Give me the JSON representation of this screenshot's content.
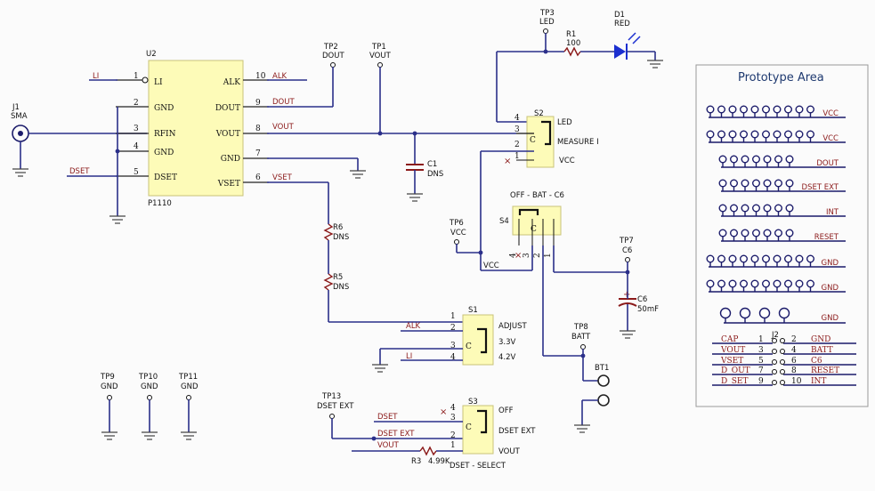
{
  "u2": {
    "ref": "U2",
    "part": "P1110",
    "left_pins": [
      {
        "num": "1",
        "name": "LI",
        "net": "LI"
      },
      {
        "num": "2",
        "name": "GND",
        "net": ""
      },
      {
        "num": "3",
        "name": "RFIN",
        "net": ""
      },
      {
        "num": "4",
        "name": "GND",
        "net": ""
      },
      {
        "num": "5",
        "name": "DSET",
        "net": "DSET"
      }
    ],
    "right_pins": [
      {
        "num": "10",
        "name": "ALK",
        "net": "ALK"
      },
      {
        "num": "9",
        "name": "DOUT",
        "net": "DOUT"
      },
      {
        "num": "8",
        "name": "VOUT",
        "net": "VOUT"
      },
      {
        "num": "7",
        "name": "GND",
        "net": ""
      },
      {
        "num": "6",
        "name": "VSET",
        "net": "VSET"
      }
    ]
  },
  "j1": {
    "ref": "J1",
    "value": "SMA"
  },
  "tp": {
    "tp1": {
      "ref": "TP1",
      "net": "VOUT"
    },
    "tp2": {
      "ref": "TP2",
      "net": "DOUT"
    },
    "tp3": {
      "ref": "TP3",
      "net": "LED"
    },
    "tp6": {
      "ref": "TP6",
      "net": "VCC"
    },
    "tp7": {
      "ref": "TP7",
      "net": "C6"
    },
    "tp8": {
      "ref": "TP8",
      "net": "BATT"
    },
    "tp9": {
      "ref": "TP9",
      "net": "GND"
    },
    "tp10": {
      "ref": "TP10",
      "net": "GND"
    },
    "tp11": {
      "ref": "TP11",
      "net": "GND"
    },
    "tp13": {
      "ref": "TP13",
      "net": "DSET EXT"
    }
  },
  "r1": {
    "ref": "R1",
    "value": "100"
  },
  "d1": {
    "ref": "D1",
    "value": "RED"
  },
  "c1": {
    "ref": "C1",
    "value": "DNS"
  },
  "c6": {
    "ref": "C6",
    "value": "50mF"
  },
  "r6": {
    "ref": "R6",
    "value": "DNS"
  },
  "r5": {
    "ref": "R5",
    "value": "DNS"
  },
  "r3": {
    "ref": "R3",
    "value": "4.99K"
  },
  "bt1": {
    "ref": "BT1"
  },
  "s2": {
    "ref": "S2",
    "name": "MEASURE I",
    "pins": [
      "4",
      "3",
      "2",
      "1"
    ],
    "l_led": "LED",
    "l_vcc": "VCC",
    "c": "C"
  },
  "s4": {
    "ref": "S4",
    "name": "OFF - BAT - C6",
    "pins": [
      "4",
      "3",
      "2",
      "1"
    ],
    "c": "C",
    "net_vcc": "VCC"
  },
  "s1": {
    "ref": "S1",
    "name": "ADJUST",
    "pins": [
      "1",
      "2",
      "3",
      "4"
    ],
    "net_alk": "ALK",
    "net_li": "LI",
    "l_33": "3.3V",
    "l_42": "4.2V",
    "c": "C"
  },
  "s3": {
    "ref": "S3",
    "name": "DSET - SELECT",
    "pins": [
      "4",
      "3",
      "2",
      "1"
    ],
    "net_dset": "DSET",
    "net_dsetext": "DSET EXT",
    "net_vout": "VOUT",
    "l_off": "OFF",
    "l_dsetext": "DSET EXT",
    "l_vout": "VOUT",
    "c": "C"
  },
  "proto": {
    "title": "Prototype Area",
    "rows": [
      "VCC",
      "VCC",
      "DOUT",
      "DSET EXT",
      "INT",
      "RESET",
      "GND",
      "GND",
      "GND"
    ]
  },
  "j2": {
    "ref": "J2",
    "left": [
      {
        "name": "CAP",
        "num": "1"
      },
      {
        "name": "VOUT",
        "num": "3"
      },
      {
        "name": "VSET",
        "num": "5"
      },
      {
        "name": "D_OUT",
        "num": "7"
      },
      {
        "name": "D_SET",
        "num": "9"
      }
    ],
    "right": [
      {
        "num": "2",
        "name": "GND"
      },
      {
        "num": "4",
        "name": "BATT"
      },
      {
        "num": "6",
        "name": "C6"
      },
      {
        "num": "8",
        "name": "RESET"
      },
      {
        "num": "10",
        "name": "INT"
      }
    ]
  },
  "colors": {
    "wire": "#2b2f8a",
    "net_label": "#8b1a1a",
    "chip_fill": "#fdfbb8",
    "led": "#1b2fd0"
  }
}
